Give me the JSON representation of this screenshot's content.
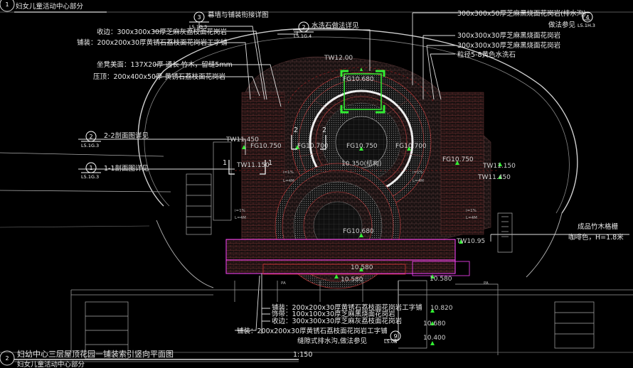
{
  "header": {
    "label": "妇女儿童活动中心部分"
  },
  "footer": {
    "title": "妇幼中心三层屋顶花园一铺装索引竖向平面图",
    "scale": "1:150",
    "sub_label": "妇女儿童活动中心部分",
    "bubble": "2"
  },
  "top_left_bubble": "1",
  "detail_refs": [
    {
      "num": "3",
      "text": "幕墙与铺装衔接详图",
      "sheet": "L5.1G.3"
    },
    {
      "num": "2",
      "text": "水洗石做法详见",
      "sheet": "L5.1G.4"
    },
    {
      "num": "4",
      "text": "做法参见",
      "sheet": "L5.1H.3"
    },
    {
      "num": "2",
      "text": "2-2剖面图详见",
      "sheet": "L5.1G.3"
    },
    {
      "num": "1",
      "text": "1-1剖面图详见",
      "sheet": "L5.1G.3"
    },
    {
      "num": "9",
      "text": "缝隙式排水沟,做法参见",
      "sheet": "L5.0B"
    }
  ],
  "notes_left": [
    "收边：300x300x30厚芝麻灰荔枝面花岗岩",
    "铺装：200x200x30厚黄锈石荔枝面花岗岩工字铺",
    "坐凳美面：137X20厚 通长 竹木，留缝5mm",
    "压顶：200x400x50厚 黄锈石荔枝面花岗岩"
  ],
  "notes_right": [
    "300x300x50厚芝麻黑烧面花岗岩(排水沟)",
    "300x300x30厚芝麻黑烧面花岗岩",
    "300x300x30厚芝麻黑烧面花岗岩",
    "粒径5-8黄色水洗石"
  ],
  "notes_bottom": [
    "铺装：200x200x30厚黄锈石荔枝面花岗岩工字铺",
    "饰带：100x100x30厚芝麻黑烧面花岗岩",
    "收边：300x300x30厚芝麻灰荔枝面花岗岩",
    "铺装：200x200x30厚黄锈石荔枝面花岗岩工字铺"
  ],
  "notes_far_right": [
    "成品竹木格栅",
    "咖啡色，H=1.8米"
  ],
  "levels": {
    "tw_top": "TW12.00",
    "fg_top": "FG10.680",
    "tw_left": "TW11.450",
    "fg_left1": "FG10.750",
    "fg_left2": "FG10.700",
    "fg_center": "FG10.750",
    "fg_right": "FG10.700",
    "tw_left2": "TW11.150",
    "structure": "10.350(结构)",
    "fg_right2": "FG10.750",
    "tw_right1": "TW11.150",
    "tw_right2": "TW11.450",
    "fg_bottom": "FG10.680",
    "tw_bottom": "TW10.95",
    "band": "10.580",
    "bottom_left": "10.580",
    "bottom_right": "10.580",
    "stair1": "10.820",
    "stair2": "10.680",
    "stair3": "10.400",
    "small_pa1": "PA",
    "small_pa2": "PA"
  },
  "section_marks": [
    "2",
    "2",
    "1",
    "1"
  ],
  "small_labels": [
    "i=1%",
    "L=4M",
    "i=1%",
    "L=4M",
    "i=1%",
    "L=4M",
    "i=1%",
    "L=4M"
  ],
  "colors": {
    "accent_green": "#33ee33",
    "magenta": "#ff44ff",
    "red": "#cc3333",
    "white_line": "#ffffff"
  }
}
